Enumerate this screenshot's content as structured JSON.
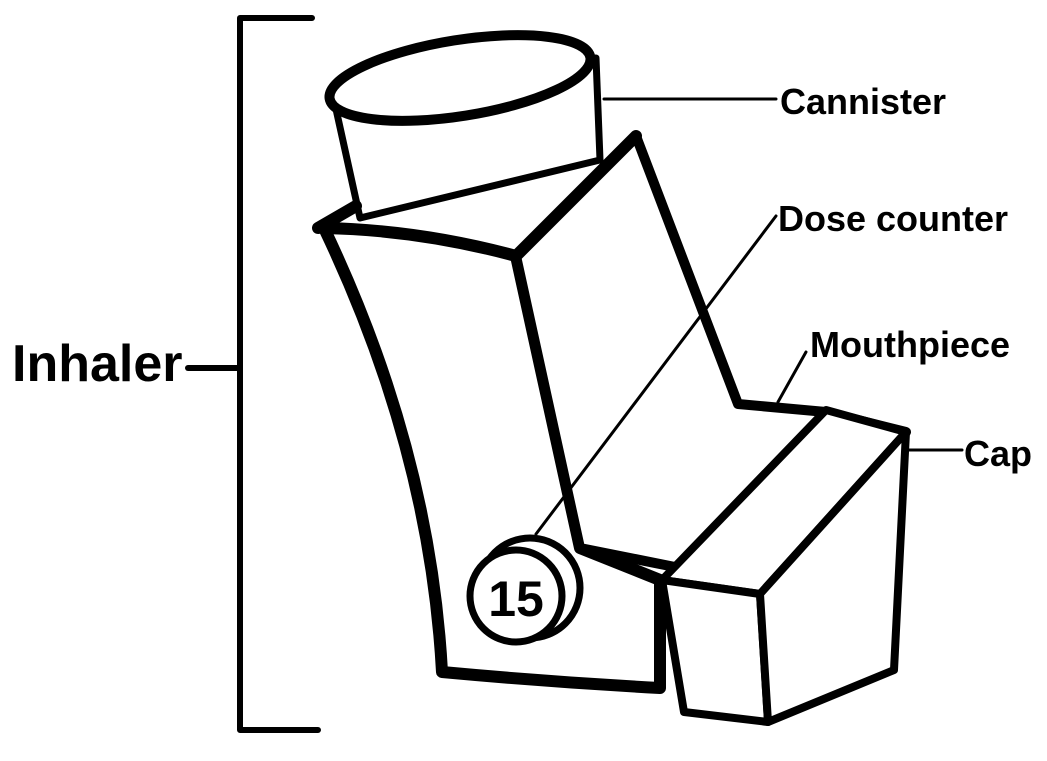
{
  "labels": {
    "inhaler": "Inhaler",
    "cannister": "Cannister",
    "dose_counter": "Dose counter",
    "mouthpiece": "Mouthpiece",
    "cap": "Cap"
  },
  "dose_counter_value": "15"
}
